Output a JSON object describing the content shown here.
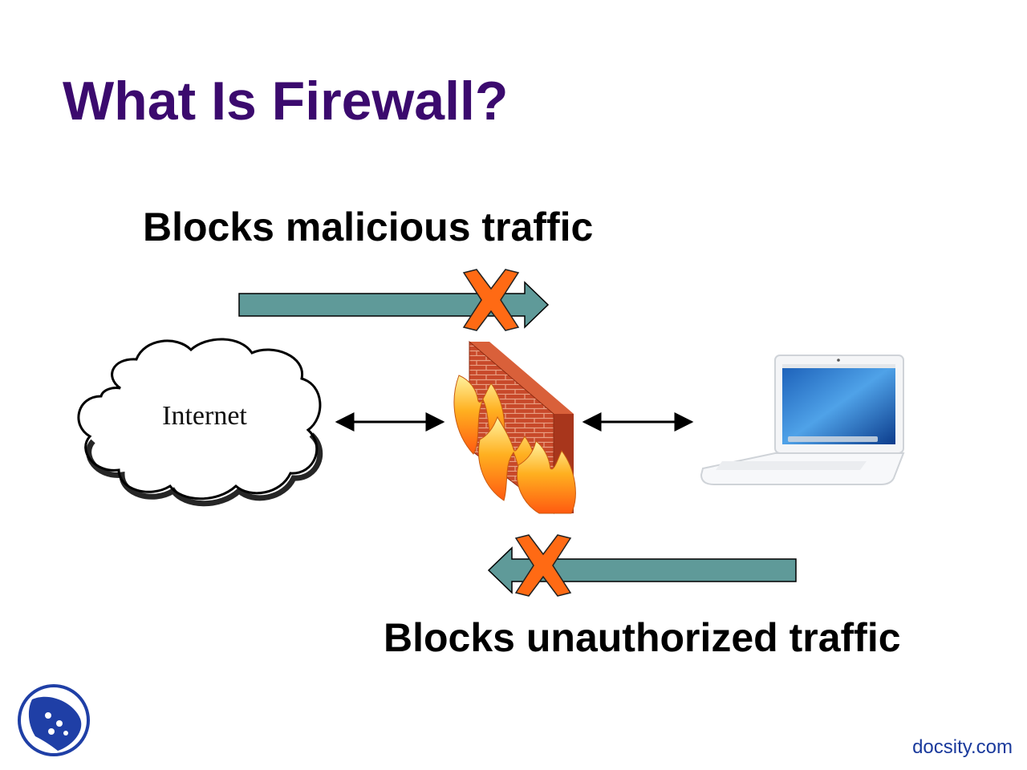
{
  "slide": {
    "title": "What Is Firewall?",
    "label_top": "Blocks malicious traffic",
    "label_bottom": "Blocks unauthorized traffic",
    "cloud_label": "Internet",
    "brand": "docsity.com"
  },
  "colors": {
    "title": "#3b0a6e",
    "arrow_fill": "#5f9a99",
    "x_mark": "#ff6a14",
    "brick": "#c8492a",
    "flame": "#ff8c1a",
    "brand": "#1a3a9c",
    "logo": "#1f3fa6"
  },
  "icons": [
    "cloud-icon",
    "firewall-icon",
    "laptop-icon",
    "blocked-x-icon",
    "double-arrow-icon",
    "docsity-logo-icon"
  ]
}
